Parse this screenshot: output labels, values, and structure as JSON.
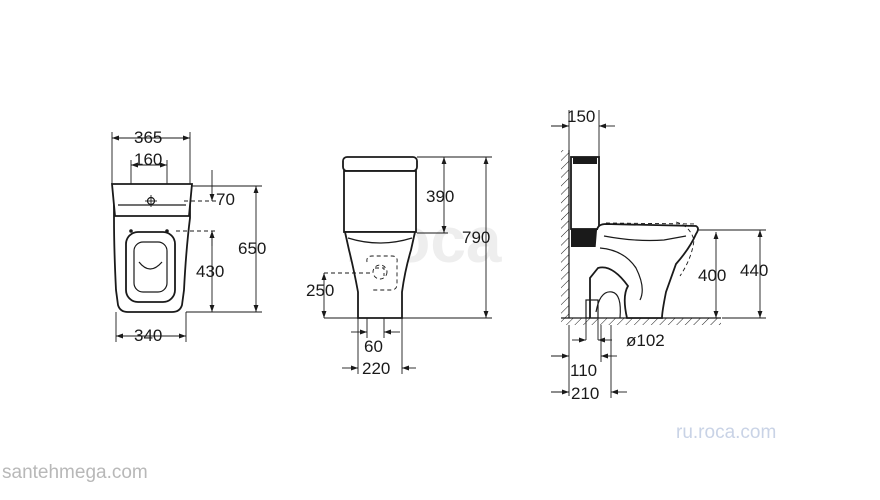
{
  "front_view": {
    "width_top": "365",
    "tank_offset": "160",
    "tank_height": "70",
    "seat_height": "430",
    "total_height": "650",
    "base_width": "340"
  },
  "side_view": {
    "tank_height": "390",
    "total_height": "790",
    "outlet_height": "250",
    "outlet_width": "60",
    "base_width": "220"
  },
  "profile_view": {
    "wall_gap": "150",
    "rim_height": "400",
    "seat_top_height": "440",
    "outlet_diameter": "ø102",
    "outlet_center": "110",
    "outlet_distance": "210"
  },
  "watermarks": {
    "site": "ru.roca.com",
    "shop": "santehmega.com",
    "logo": "Roca"
  }
}
